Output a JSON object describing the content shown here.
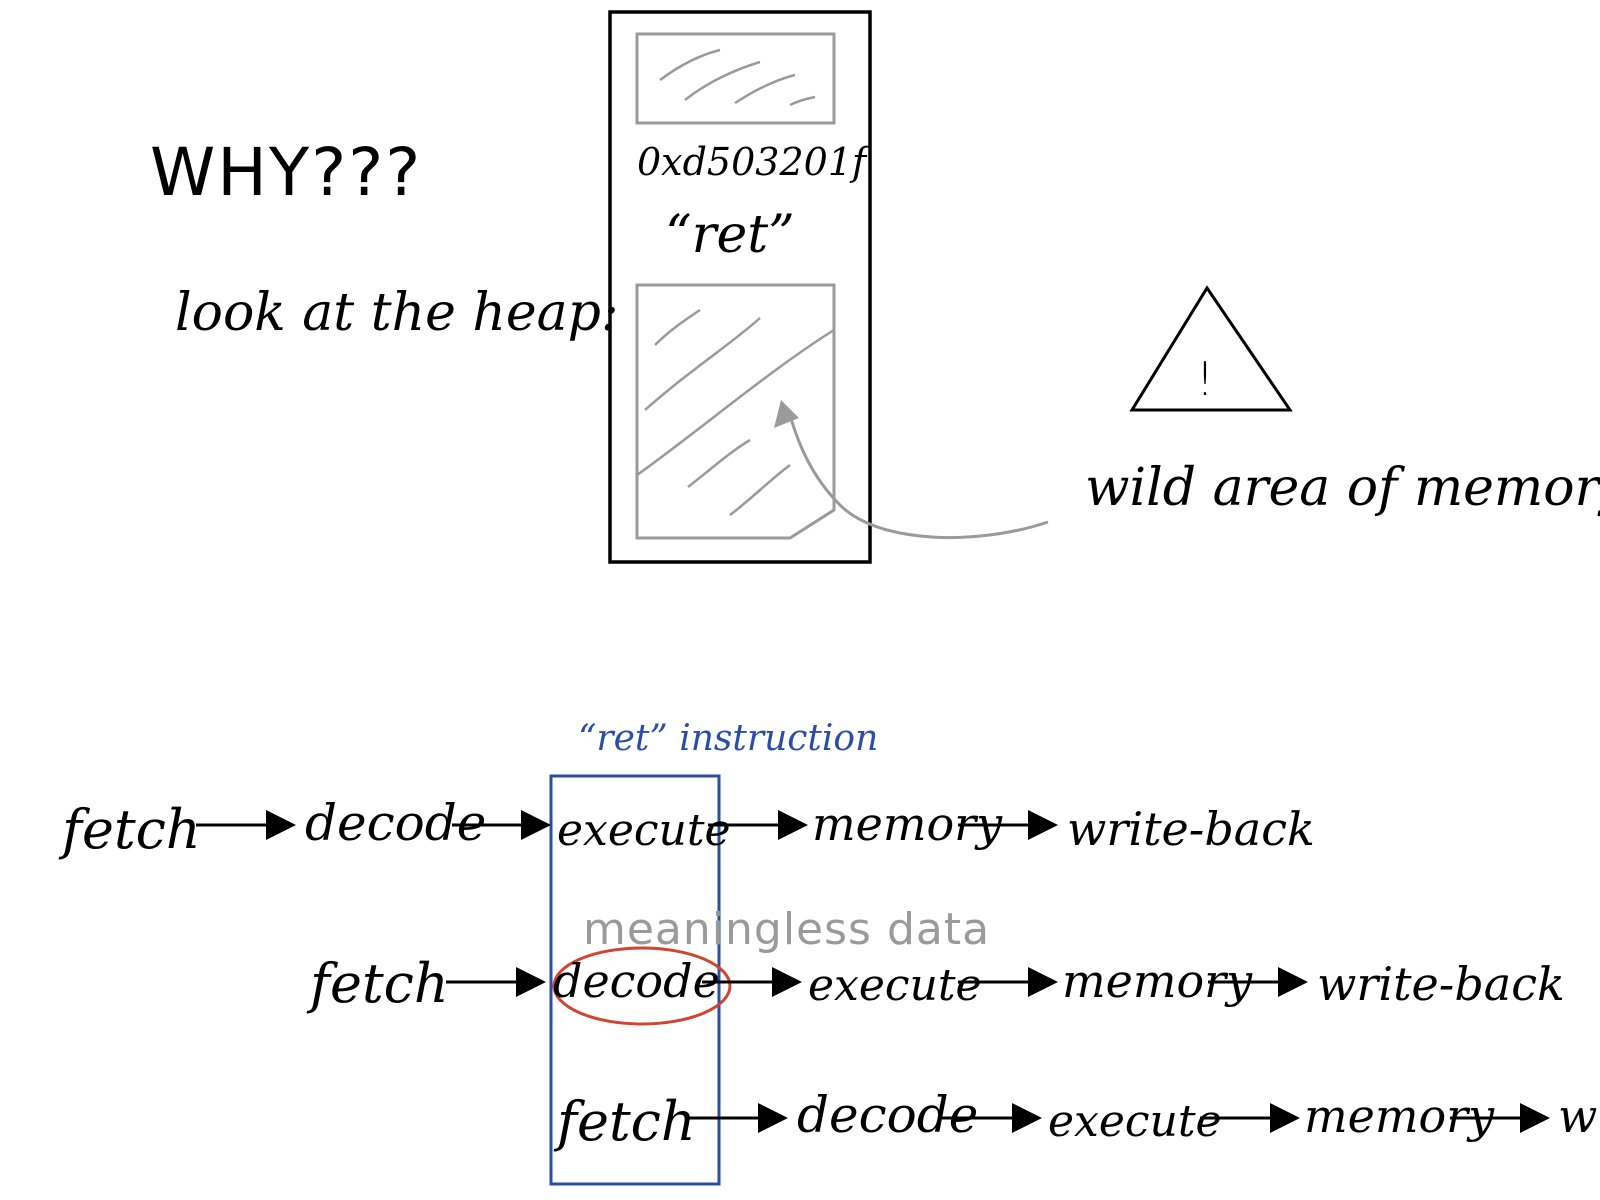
{
  "heading": {
    "why": "WHY???",
    "look": "look at the heap:"
  },
  "memory": {
    "address": "0xd503201f",
    "ret_label": "“ret”",
    "wild_label": "wild area of memory",
    "warning_symbol": "!"
  },
  "pipeline": {
    "ret_instruction_label": "“ret” instruction",
    "meaningless_label": "meaningless data",
    "row1": [
      "fetch",
      "decode",
      "execute",
      "memory",
      "write-back"
    ],
    "row2": [
      "fetch",
      "decode",
      "execute",
      "memory",
      "write-back"
    ],
    "row3": [
      "fetch",
      "decode",
      "execute",
      "memory",
      "w"
    ]
  },
  "colors": {
    "ink": "#000000",
    "gray": "#9a9a9a",
    "blue": "#2a4ea8",
    "red": "#d0452f"
  }
}
